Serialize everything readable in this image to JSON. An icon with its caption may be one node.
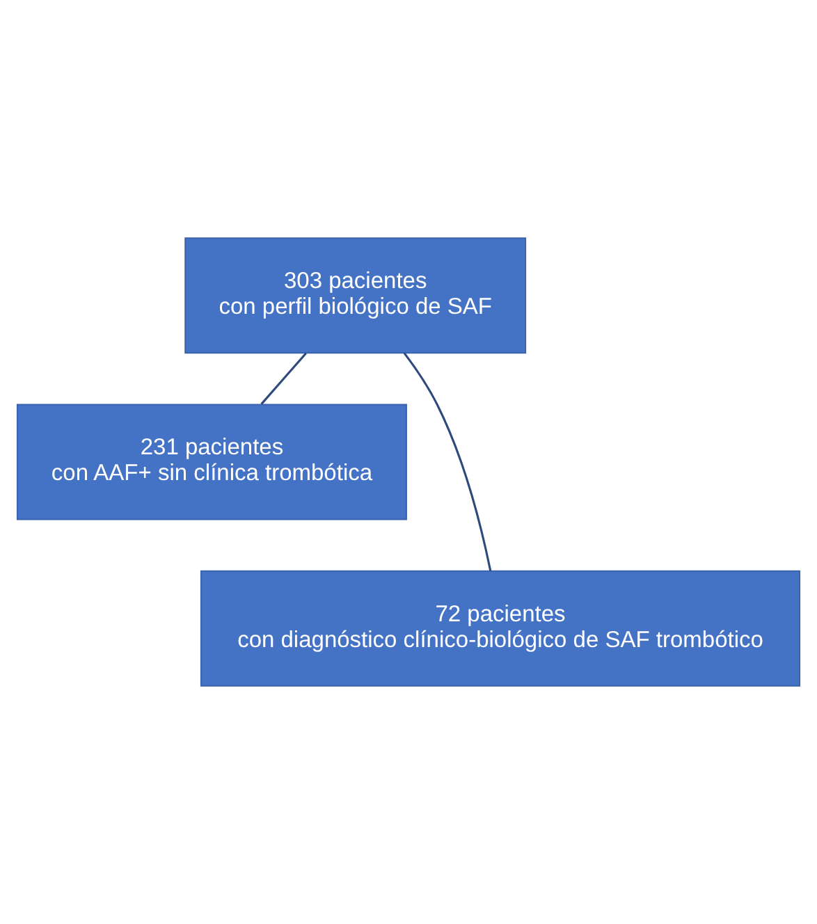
{
  "diagram": {
    "nodes": [
      {
        "text": [
          "303 pacientes",
          "con perfil biológico de SAF"
        ]
      },
      {
        "text": [
          "231 pacientes",
          "con AAF+ sin clínica trombótica"
        ]
      },
      {
        "text": [
          "72 pacientes",
          "con diagnóstico clínico-biológico de SAF trombótico"
        ]
      }
    ],
    "edges": [
      {
        "from": 0,
        "to": 1,
        "arrow": "none"
      },
      {
        "from": 0,
        "to": 2,
        "arrow": "none"
      }
    ]
  }
}
